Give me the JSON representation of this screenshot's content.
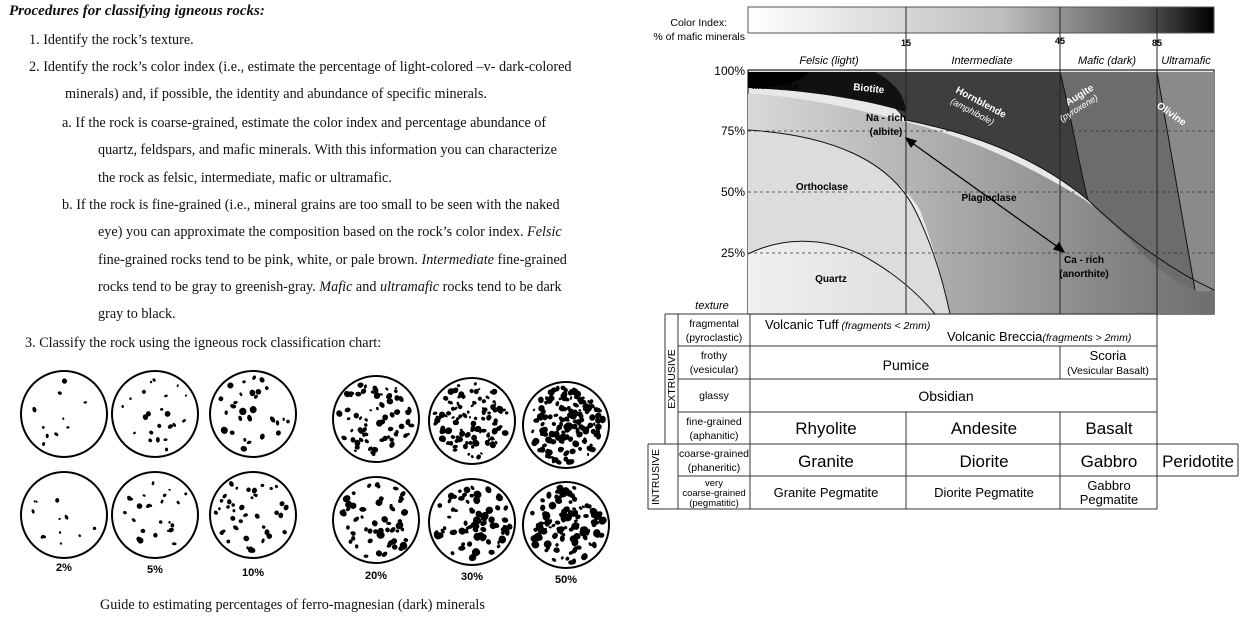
{
  "document": {
    "title": "Procedures for classifying igneous rocks:",
    "step1": "1. Identify the rock’s texture.",
    "step2_line1": "2. Identify the rock’s color index (i.e., estimate the percentage of light-colored –v- dark-colored",
    "step2_line2": "minerals) and, if possible, the identity and abundance of specific minerals.",
    "step2a_line1": "a. If the rock is coarse-grained, estimate the color index and percentage abundance of",
    "step2a_line2": "quartz, feldspars, and mafic minerals. With this information you can characterize",
    "step2a_line3": "the rock as felsic, intermediate, mafic or ultramafic.",
    "step2b_line1": "b. If the rock is fine-grained (i.e., mineral grains are too small to be seen with the naked",
    "step2b_line2_a": "eye) you can approximate the composition based on the rock’s color index. ",
    "step2b_felsic": "Felsic",
    "step2b_line3_a": "fine-grained rocks tend to be pink, white, or pale brown. ",
    "step2b_intermediate": "Intermediate",
    "step2b_line3_b": " fine-grained",
    "step2b_line4_a": "rocks tend to be gray to greenish-gray. ",
    "step2b_mafic": "Mafic",
    "step2b_and": " and ",
    "step2b_ultramafic": "ultramafic",
    "step2b_line4_b": " rocks tend to be dark",
    "step2b_line5": "gray to black.",
    "step3": "3. Classify the rock using the igneous rock classification chart:",
    "guide_caption": "Guide to estimating percentages of ferro-magnesian (dark) minerals",
    "percent_labels": [
      "2%",
      "5%",
      "10%",
      "20%",
      "30%",
      "50%"
    ]
  },
  "chart": {
    "color_index_label_1": "Color Index:",
    "color_index_label_2": "% of mafic minerals",
    "ticks": [
      "15",
      "45",
      "85"
    ],
    "groups": [
      "Felsic (light)",
      "Intermediate",
      "Mafic (dark)",
      "Ultramafic"
    ],
    "y_labels": [
      "100%",
      "75%",
      "50%",
      "25%"
    ],
    "minerals": {
      "muscovite": "Muscovite",
      "biotite": "Biotite",
      "hornblende": "Hornblende",
      "hornblende_sub": "(amphibole)",
      "augite": "Augite",
      "augite_sub": "(pyroxene)",
      "olivine": "Olivine",
      "na_rich": "Na - rich",
      "albite": "(albite)",
      "orthoclase": "Orthoclase",
      "plagioclase": "Plagioclase",
      "ca_rich": "Ca - rich",
      "anorthite": "(anorthite)",
      "quartz": "Quartz"
    },
    "texture_header": "texture"
  },
  "table": {
    "extrusive": "EXTRUSIVE",
    "intrusive": "INTRUSIVE",
    "rows": [
      {
        "texture": [
          "fragmental",
          "(pyroclastic)"
        ],
        "tuff": "Volcanic Tuff",
        "tuff_note": "(fragments < 2mm)",
        "breccia": "Volcanic Breccia",
        "breccia_note": "(fragments > 2mm)"
      },
      {
        "texture": [
          "frothy",
          "(vesicular)"
        ],
        "pumice": "Pumice",
        "scoria": "Scoria",
        "scoria_note": "(Vesicular Basalt)"
      },
      {
        "texture": [
          "glassy"
        ],
        "obsidian": "Obsidian"
      },
      {
        "texture": [
          "fine-grained",
          "(aphanitic)"
        ],
        "felsic": "Rhyolite",
        "intermediate": "Andesite",
        "mafic": "Basalt"
      },
      {
        "texture": [
          "coarse-grained",
          "(phaneritic)"
        ],
        "felsic": "Granite",
        "intermediate": "Diorite",
        "mafic": "Gabbro",
        "ultramafic": "Peridotite"
      },
      {
        "texture": [
          "very",
          "coarse-grained",
          "(pegmatitic)"
        ],
        "felsic": "Granite Pegmatite",
        "intermediate": "Diorite Pegmatite",
        "mafic": "Gabbro",
        "mafic2": "Pegmatite"
      }
    ]
  }
}
